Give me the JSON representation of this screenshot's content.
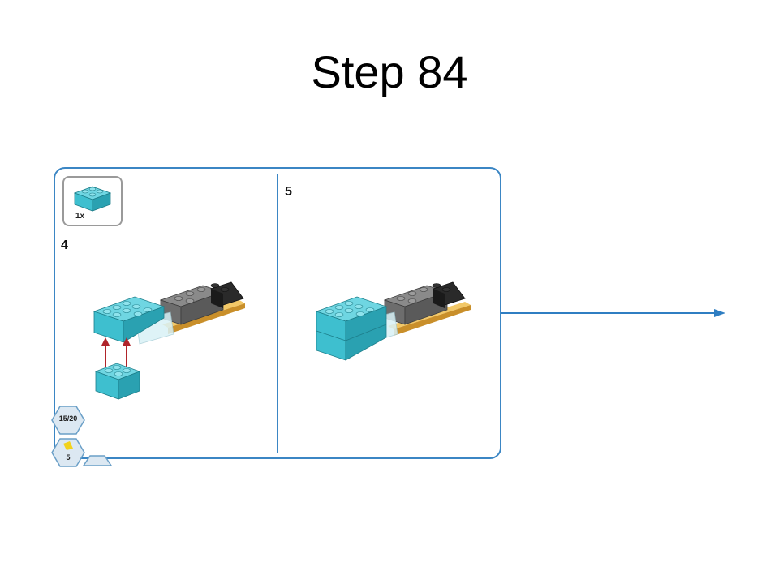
{
  "slide": {
    "title": "Step 84"
  },
  "instruction_page": {
    "parts_callout": {
      "quantity": "1x",
      "part_color": "#3ebfcf"
    },
    "step_left": {
      "number": "4"
    },
    "step_right": {
      "number": "5"
    },
    "badges": {
      "progress": "15/20",
      "level": "5"
    }
  },
  "colors": {
    "panel_border": "#3b86c4",
    "arrow": "#2f7ec2",
    "brick_teal": "#3ebfcf",
    "brick_gray": "#6d6d6d",
    "brick_black": "#222222",
    "plate_gold": "#e5b04a",
    "move_arrow": "#b0242a"
  }
}
